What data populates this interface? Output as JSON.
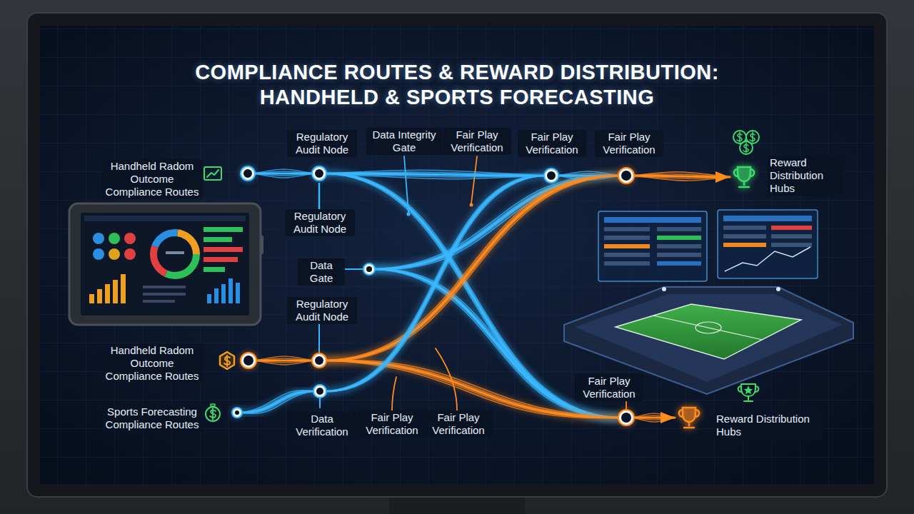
{
  "diagram": {
    "title": "COMPLIANCE ROUTES & REWARD DISTRIBUTION: HANDHELD & SPORTS FORECASTING",
    "nodes": [
      {
        "text": [
          "Handheld Radom Outcome Compliance Routes"
        ]
      },
      {
        "text": [
          "Regulatory Audit Node"
        ]
      },
      {
        "text": [
          "Fair Play Verification"
        ]
      },
      {
        "text": [
          "Fair Play Verification"
        ]
      },
      {
        "text": [
          "Reward Distribution Hubs"
        ]
      },
      {
        "text": [
          "Data Gate"
        ]
      },
      {
        "text": [
          "Regulatory Audit Node"
        ]
      },
      {
        "text": [
          "Handheld Radom Outcome Compliance Routes"
        ]
      },
      {
        "text": [
          "Data Verification"
        ]
      },
      {
        "text": [
          "Sports Forecasting Compliance Routes"
        ]
      },
      {
        "text": [
          "Fair Play Verification"
        ]
      },
      {
        "text": [
          "Reward Distribution Hubs"
        ]
      }
    ],
    "edges": [
      {
        "from": 0,
        "to": 1,
        "arrow": "none"
      },
      {
        "from": 1,
        "to": 2,
        "arrow": "none"
      },
      {
        "from": 2,
        "to": 3,
        "arrow": "none"
      },
      {
        "from": 3,
        "to": 4,
        "arrow": "to"
      },
      {
        "from": 1,
        "to": 10,
        "arrow": "none"
      },
      {
        "from": 5,
        "to": 3,
        "arrow": "none"
      },
      {
        "from": 5,
        "to": 10,
        "arrow": "none"
      },
      {
        "from": 7,
        "to": 6,
        "arrow": "none"
      },
      {
        "from": 6,
        "to": 3,
        "arrow": "none"
      },
      {
        "from": 6,
        "to": 10,
        "arrow": "none"
      },
      {
        "from": 9,
        "to": 8,
        "arrow": "none"
      },
      {
        "from": 8,
        "to": 2,
        "arrow": "none"
      },
      {
        "from": 10,
        "to": 11,
        "arrow": "to"
      }
    ],
    "labels": [
      "Data Integrity Gate",
      "Fair Play Verification",
      "Regulatory Audit Node",
      "Fair Play Verification",
      "Fair Play Verification"
    ]
  }
}
